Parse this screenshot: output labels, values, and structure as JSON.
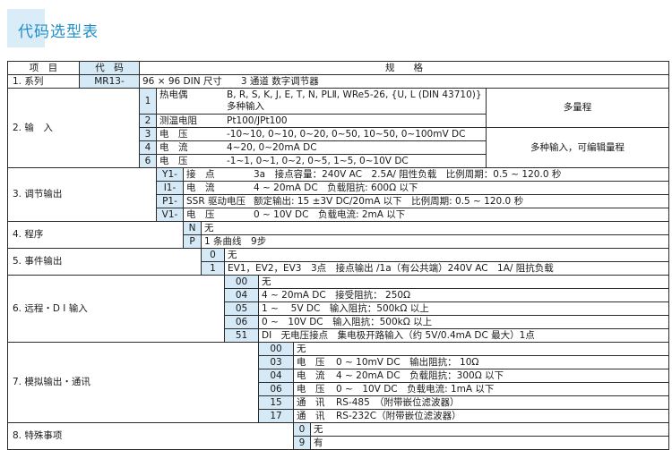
{
  "title": "代码选型表",
  "colors": {
    "accent_blue": "#1f8dc9",
    "title_block_bg": "#d9ecf8",
    "code_cell_bg": "#d6e9f7",
    "border": "#2b2b2b"
  },
  "header": {
    "item": "项　目",
    "code": "代　码",
    "spec": "规　　格"
  },
  "s1": {
    "item": "1. 系列",
    "code": "MR13-",
    "spec": "96 × 96 DIN 尺寸　　3 通道 数字调节器"
  },
  "s2": {
    "item": "2. 输　入",
    "r0": {
      "code": "1",
      "sub": "热电偶",
      "spec": "B, R, S, K, J, E, T, N, PLⅡ, WRe5-26, {U, L (DIN 43710)}",
      "spec2": "多种输入"
    },
    "r1": {
      "code": "2",
      "sub": "测温电阻",
      "spec": "Pt100/JPt100"
    },
    "r2": {
      "code": "3",
      "sub": "电　压",
      "spec": "-10~10, 0~10, 0~20, 0~50, 10~50, 0~100mV DC"
    },
    "r3": {
      "code": "4",
      "sub": "电　流",
      "spec": "4~20, 0~20mA DC"
    },
    "r4": {
      "code": "6",
      "sub": "电　压",
      "spec": "-1~1, 0~1, 0~2, 0~5, 1~5, 0~10V DC"
    },
    "note1": "多量程",
    "note2": "多种输入，可编辑量程"
  },
  "s3": {
    "item": "3. 调节输出",
    "r0": {
      "code": "Y1-",
      "sub": "接　点",
      "spec": "3a　接点容量：240V AC　2.5A/ 阻性负载　比例周期：0.5 ~ 120.0 秒"
    },
    "r1": {
      "code": "I1-",
      "sub": "电　流",
      "spec": "4 ~ 20mA DC　负载阻抗: 600Ω 以下"
    },
    "r2": {
      "code": "P1-",
      "sub": "SSR 驱动电压",
      "spec": "额定输出: 15 ±3V DC/20mA 以下　比例周期: 0.5 ~ 120.0 秒"
    },
    "r3": {
      "code": "V1-",
      "sub": "电　压",
      "spec": "0 ~ 10V DC　负载电流: 2mA 以下"
    }
  },
  "s4": {
    "item": "4. 程序",
    "r0": {
      "code": "N",
      "spec": "无"
    },
    "r1": {
      "code": "P",
      "spec": "1 条曲线　9步"
    }
  },
  "s5": {
    "item": "5. 事件输出",
    "r0": {
      "code": "0",
      "spec": "无"
    },
    "r1": {
      "code": "1",
      "spec": "EV1，EV2，EV3　3点　接点输出 /1a（有公共端）240V AC　1A/ 阻抗负载"
    }
  },
  "s6": {
    "item": "6. 远程・D I 输入",
    "r0": {
      "code": "00",
      "spec": "无"
    },
    "r1": {
      "code": "04",
      "spec": "4 ~ 20mA DC　接受阻抗： 250Ω"
    },
    "r2": {
      "code": "05",
      "spec": "1 ~　 5V DC　输入阻抗：500kΩ 以上"
    },
    "r3": {
      "code": "06",
      "spec": "0 ~　10V DC　输入阻抗：500kΩ 以上"
    },
    "r4": {
      "code": "51",
      "spec": "DI　无电压接点　集电极开路输入（约 5V/0.4mA DC 最大）1点"
    }
  },
  "s7": {
    "item": "7. 模拟输出・通讯",
    "r0": {
      "code": "00",
      "spec": "无"
    },
    "r1": {
      "code": "03",
      "sub": "电　压",
      "spec": "0 ~ 10mV DC　输出阻抗： 10Ω"
    },
    "r2": {
      "code": "04",
      "sub": "电　流",
      "spec": "4 ~ 20mA DC　负载阻抗：300Ω 以下"
    },
    "r3": {
      "code": "06",
      "sub": "电　压",
      "spec": "0 ~　10V DC　负载电流: 1mA 以下"
    },
    "r4": {
      "code": "15",
      "sub": "通　讯",
      "spec": "RS-485　（附带嵌位滤波器）"
    },
    "r5": {
      "code": "17",
      "sub": "通　讯",
      "spec": "RS-232C（附带嵌位滤波器）"
    }
  },
  "s8": {
    "item": "8. 特殊事项",
    "r0": {
      "code": "0",
      "spec": "无"
    },
    "r1": {
      "code": "9",
      "spec": "有"
    }
  }
}
